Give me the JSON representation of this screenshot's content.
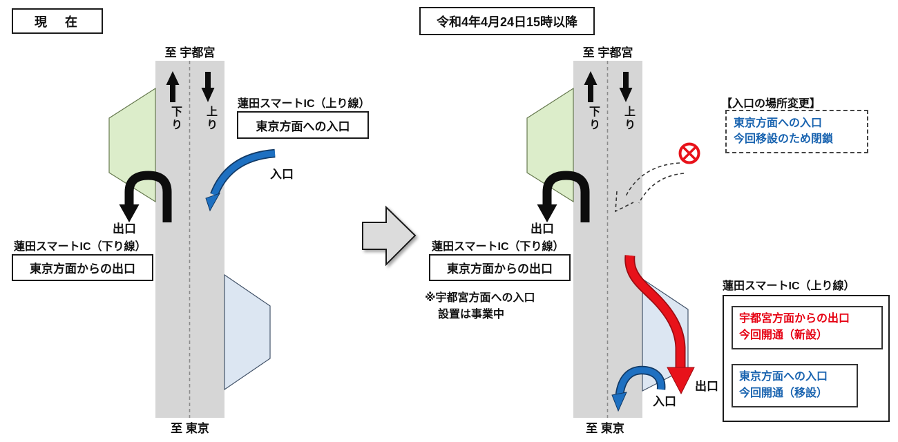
{
  "left": {
    "tag": "現　在",
    "to_top": "至 宇都宮",
    "to_bottom": "至 東京",
    "lane_down": "下り",
    "lane_up": "上り",
    "up_line_title": "蓮田スマートIC（上り線）",
    "up_line_box": "東京方面への入口",
    "entrance": "入口",
    "exit": "出口",
    "down_line_title": "蓮田スマートIC（下り線）",
    "down_line_box": "東京方面からの出口"
  },
  "right": {
    "tag": "令和4年4月24日15時以降",
    "to_top": "至 宇都宮",
    "to_bottom": "至 東京",
    "lane_down": "下り",
    "lane_up": "上り",
    "exit": "出口",
    "down_line_title": "蓮田スマートIC（下り線）",
    "down_line_box": "東京方面からの出口",
    "note_line1": "※宇都宮方面への入口",
    "note_line2": "設置は事業中",
    "change_heading": "【入口の場所変更】",
    "closed_notice_line1": "東京方面への入口",
    "closed_notice_line2": "今回移設のため閉鎖",
    "new_exit": "出口",
    "new_entrance": "入口",
    "up_line_title": "蓮田スマートIC（上り線）",
    "opened_exit_line1": "宇都宮方面からの出口",
    "opened_exit_line2": "今回開通（新設）",
    "moved_entrance_line1": "東京方面への入口",
    "moved_entrance_line2": "今回開通（移設）"
  },
  "colors": {
    "road": "#d6d6d6",
    "road_dash": "#8c8c8c",
    "green_area": "#dcedca",
    "blue_area": "#dce6f2",
    "blue_arrow": "#1e70c1",
    "red": "#e60012",
    "blue_text": "#1a64b0",
    "black": "#111111"
  }
}
